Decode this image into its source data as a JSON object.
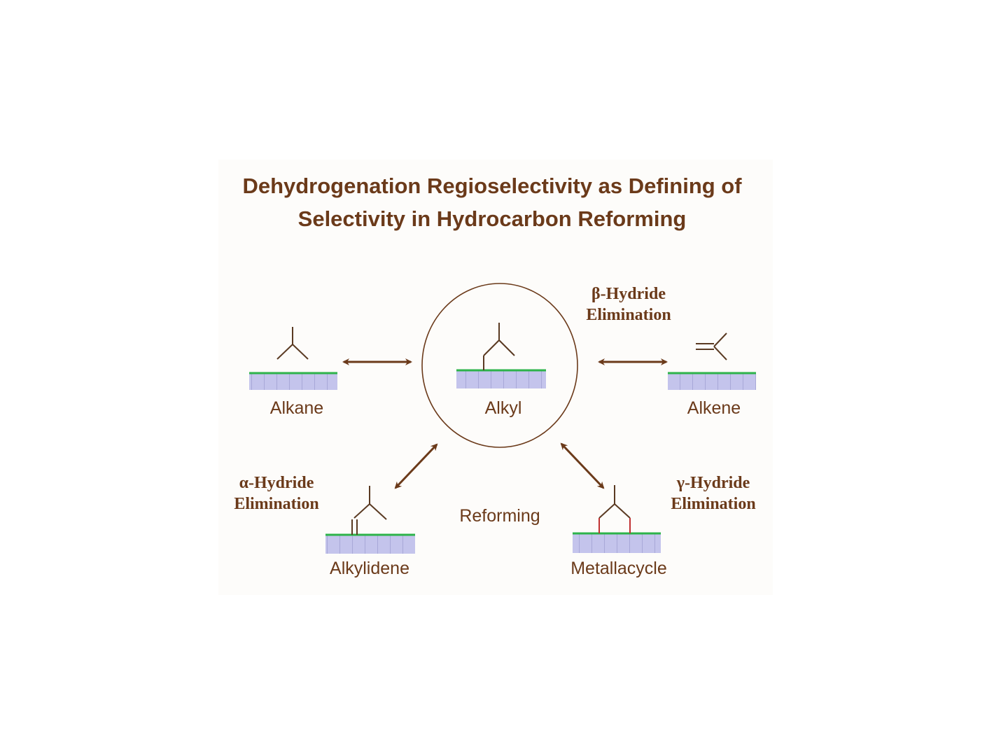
{
  "title": {
    "line1": "Dehydrogenation Regioselectivity as Defining of",
    "line2": "Selectivity in Hydrocarbon Reforming"
  },
  "species": {
    "alkane": "Alkane",
    "alkyl": "Alkyl",
    "alkene": "Alkene",
    "alkylidene": "Alkylidene",
    "metallacycle": "Metallacycle"
  },
  "pathways": {
    "beta_line1": "β-Hydride",
    "beta_line2": "Elimination",
    "alpha_line1": "α-Hydride",
    "alpha_line2": "Elimination",
    "gamma_line1": "γ-Hydride",
    "gamma_line2": "Elimination"
  },
  "center_label": "Reforming",
  "colors": {
    "text": "#6b3a1a",
    "arrow": "#6b3a1a",
    "surface_green": "#2db34a",
    "surface_lavender": "#c4c4ec",
    "surface_grid": "#a8a8d8",
    "bond": "#5a3a22",
    "metal_bond": "#c03030",
    "panel": "#fdfcfa"
  }
}
